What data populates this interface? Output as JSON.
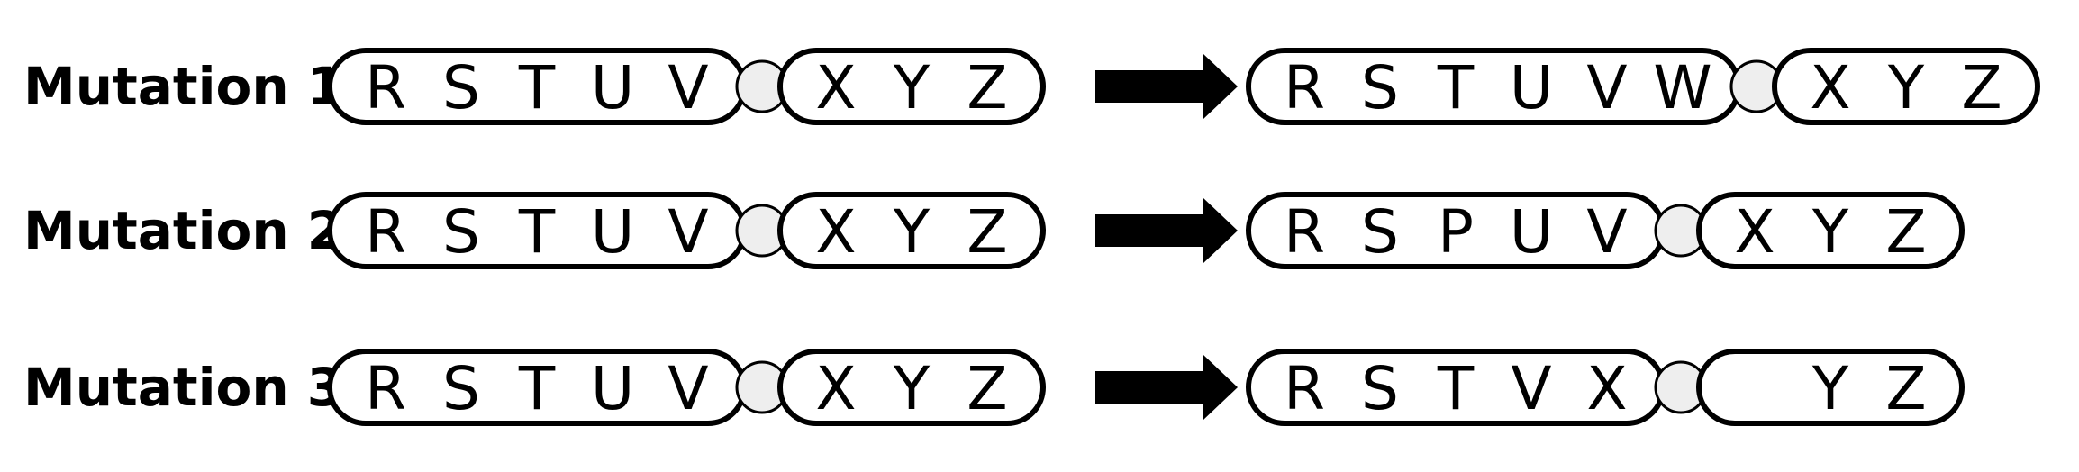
{
  "rows": [
    {
      "label": "Mutation 1",
      "before": {
        "left": [
          "R",
          "S",
          "T",
          "U",
          "V"
        ],
        "right": [
          "X",
          "Y",
          "Z"
        ]
      },
      "after": {
        "left": [
          "R",
          "S",
          "T",
          "U",
          "V",
          "W"
        ],
        "right": [
          "X",
          "Y",
          "Z"
        ]
      }
    },
    {
      "label": "Mutation 2",
      "before": {
        "left": [
          "R",
          "S",
          "T",
          "U",
          "V"
        ],
        "right": [
          "X",
          "Y",
          "Z"
        ]
      },
      "after": {
        "left": [
          "R",
          "S",
          "P",
          "U",
          "V"
        ],
        "right": [
          "X",
          "Y",
          "Z"
        ]
      }
    },
    {
      "label": "Mutation 3",
      "before": {
        "left": [
          "R",
          "S",
          "T",
          "U",
          "V"
        ],
        "right": [
          "X",
          "Y",
          "Z"
        ]
      },
      "after": {
        "left": [
          "R",
          "S",
          "T",
          "V",
          "X"
        ],
        "right": [
          "",
          "Y",
          "Z"
        ]
      }
    }
  ]
}
